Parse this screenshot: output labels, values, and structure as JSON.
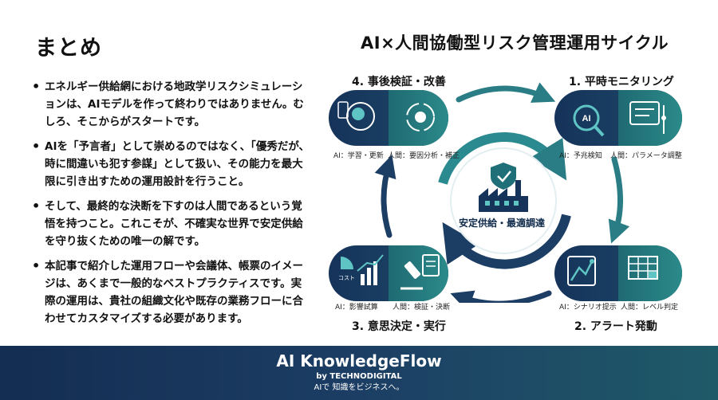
{
  "page_title": "まとめ",
  "bullets": [
    "エネルギー供給網における地政学リスクシミュレーションは、AIモデルを作って終わりではありません。むしろ、そこからがスタートです。",
    "AIを「予言者」として崇めるのではなく、「優秀だが、時に間違いも犯す参謀」として扱い、その能力を最大限に引き出すための運用設計を行うこと。",
    "そして、最終的な決断を下すのは人間であるという覚悟を持つこと。これこそが、不確実な世界で安定供給を守り抜くための唯一の解です。",
    "本記事で紹介した運用フローや会議体、帳票のイメージは、あくまで一般的なベストプラクティスです。実際の運用は、貴社の組織文化や既存の業務フローに合わせてカスタマイズする必要があります。"
  ],
  "diagram": {
    "title": "AI×人間協働型リスク管理運用サイクル",
    "center_label": "安定供給・最適調達",
    "steps": [
      {
        "label": "1. 平時モニタリング",
        "ai_caption": "AI：予兆検知",
        "human_caption": "人間：パラメータ調整"
      },
      {
        "label": "2. アラート発動",
        "ai_caption": "AI：シナリオ提示",
        "human_caption": "人間：レベル判定"
      },
      {
        "label": "3. 意思決定・実行",
        "ai_caption": "AI：影響試算",
        "human_caption": "人間：検証・決断"
      },
      {
        "label": "4. 事後検証・改善",
        "ai_caption": "AI：学習・更新",
        "human_caption": "人間：要因分析・補正"
      }
    ],
    "icon_texts": {
      "ai_badge": "AI",
      "cost_label": "コスト"
    },
    "colors": {
      "navy": "#16335a",
      "teal": "#1e6f78",
      "accent": "#5ec4c4"
    }
  },
  "footer": {
    "brand": "AI KnowledgeFlow",
    "by": "by TECHNODIGITAL",
    "tagline": "AIで 知識をビジネスへ。"
  }
}
